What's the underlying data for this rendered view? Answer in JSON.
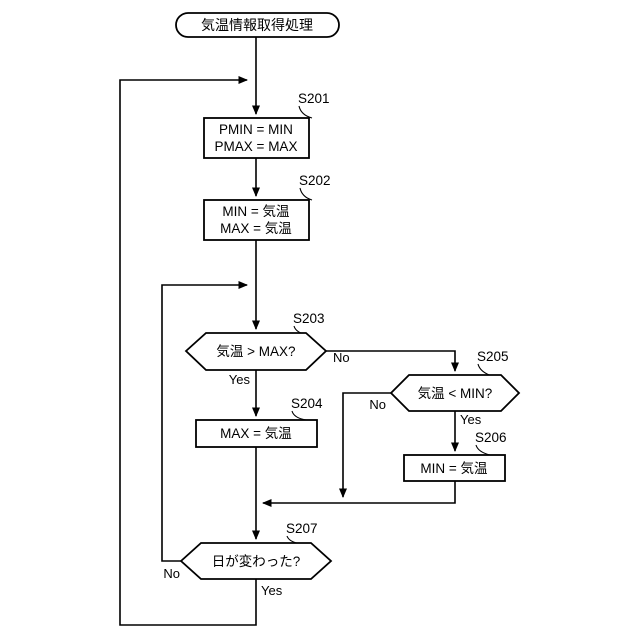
{
  "diagram": {
    "type": "flowchart",
    "start": {
      "label": "気温情報取得処理"
    },
    "steps": {
      "s201": {
        "tag": "S201",
        "line1": "PMIN = MIN",
        "line2": "PMAX = MAX"
      },
      "s202": {
        "tag": "S202",
        "line1": "MIN = 気温",
        "line2": "MAX = 気温"
      },
      "s203": {
        "tag": "S203",
        "label": "気温 > MAX?",
        "yes": "Yes",
        "no": "No"
      },
      "s204": {
        "tag": "S204",
        "label": "MAX = 気温"
      },
      "s205": {
        "tag": "S205",
        "label": "気温 < MIN?",
        "yes": "Yes",
        "no": "No"
      },
      "s206": {
        "tag": "S206",
        "label": "MIN = 気温"
      },
      "s207": {
        "tag": "S207",
        "label": "日が変わった?",
        "yes": "Yes",
        "no": "No"
      }
    },
    "colors": {
      "stroke": "#000000",
      "background": "#ffffff"
    }
  }
}
